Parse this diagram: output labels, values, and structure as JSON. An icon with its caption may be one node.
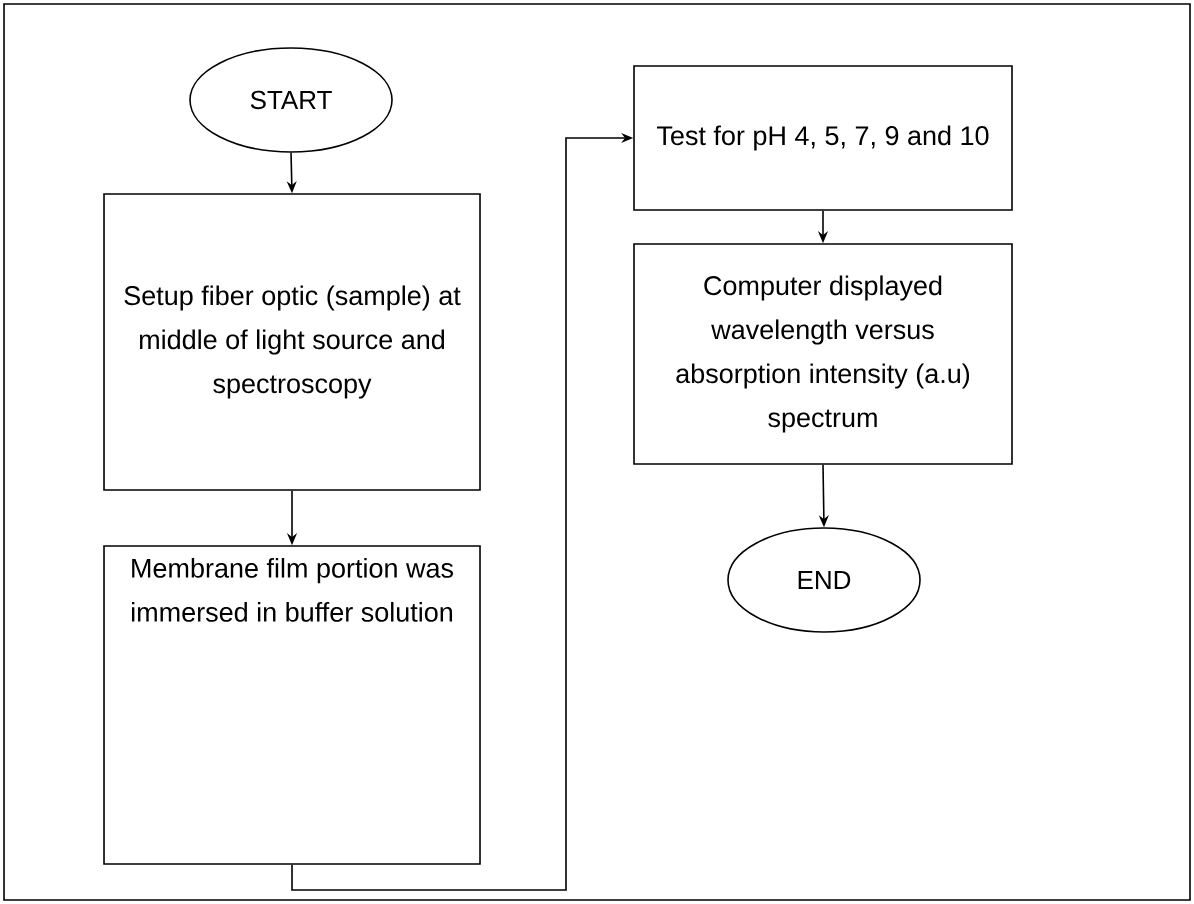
{
  "diagram": {
    "nodes": [
      {
        "text": [
          "START"
        ]
      },
      {
        "text": [
          "Setup fiber optic (sample) at middle of light source and spectroscopy"
        ]
      },
      {
        "text": [
          "Membrane film portion was immersed in buffer solution"
        ]
      },
      {
        "text": [
          "Test for pH 4, 5, 7, 9 and 10"
        ]
      },
      {
        "text": [
          "Computer displayed wavelength versus absorption intensity (a.u) spectrum"
        ]
      },
      {
        "text": [
          "END"
        ]
      }
    ],
    "edges": [
      {
        "from": 0,
        "to": 1,
        "arrow": "to"
      },
      {
        "from": 1,
        "to": 2,
        "arrow": "to"
      },
      {
        "from": 2,
        "to": 3,
        "arrow": "to"
      },
      {
        "from": 3,
        "to": 4,
        "arrow": "to"
      },
      {
        "from": 4,
        "to": 5,
        "arrow": "to"
      }
    ]
  }
}
